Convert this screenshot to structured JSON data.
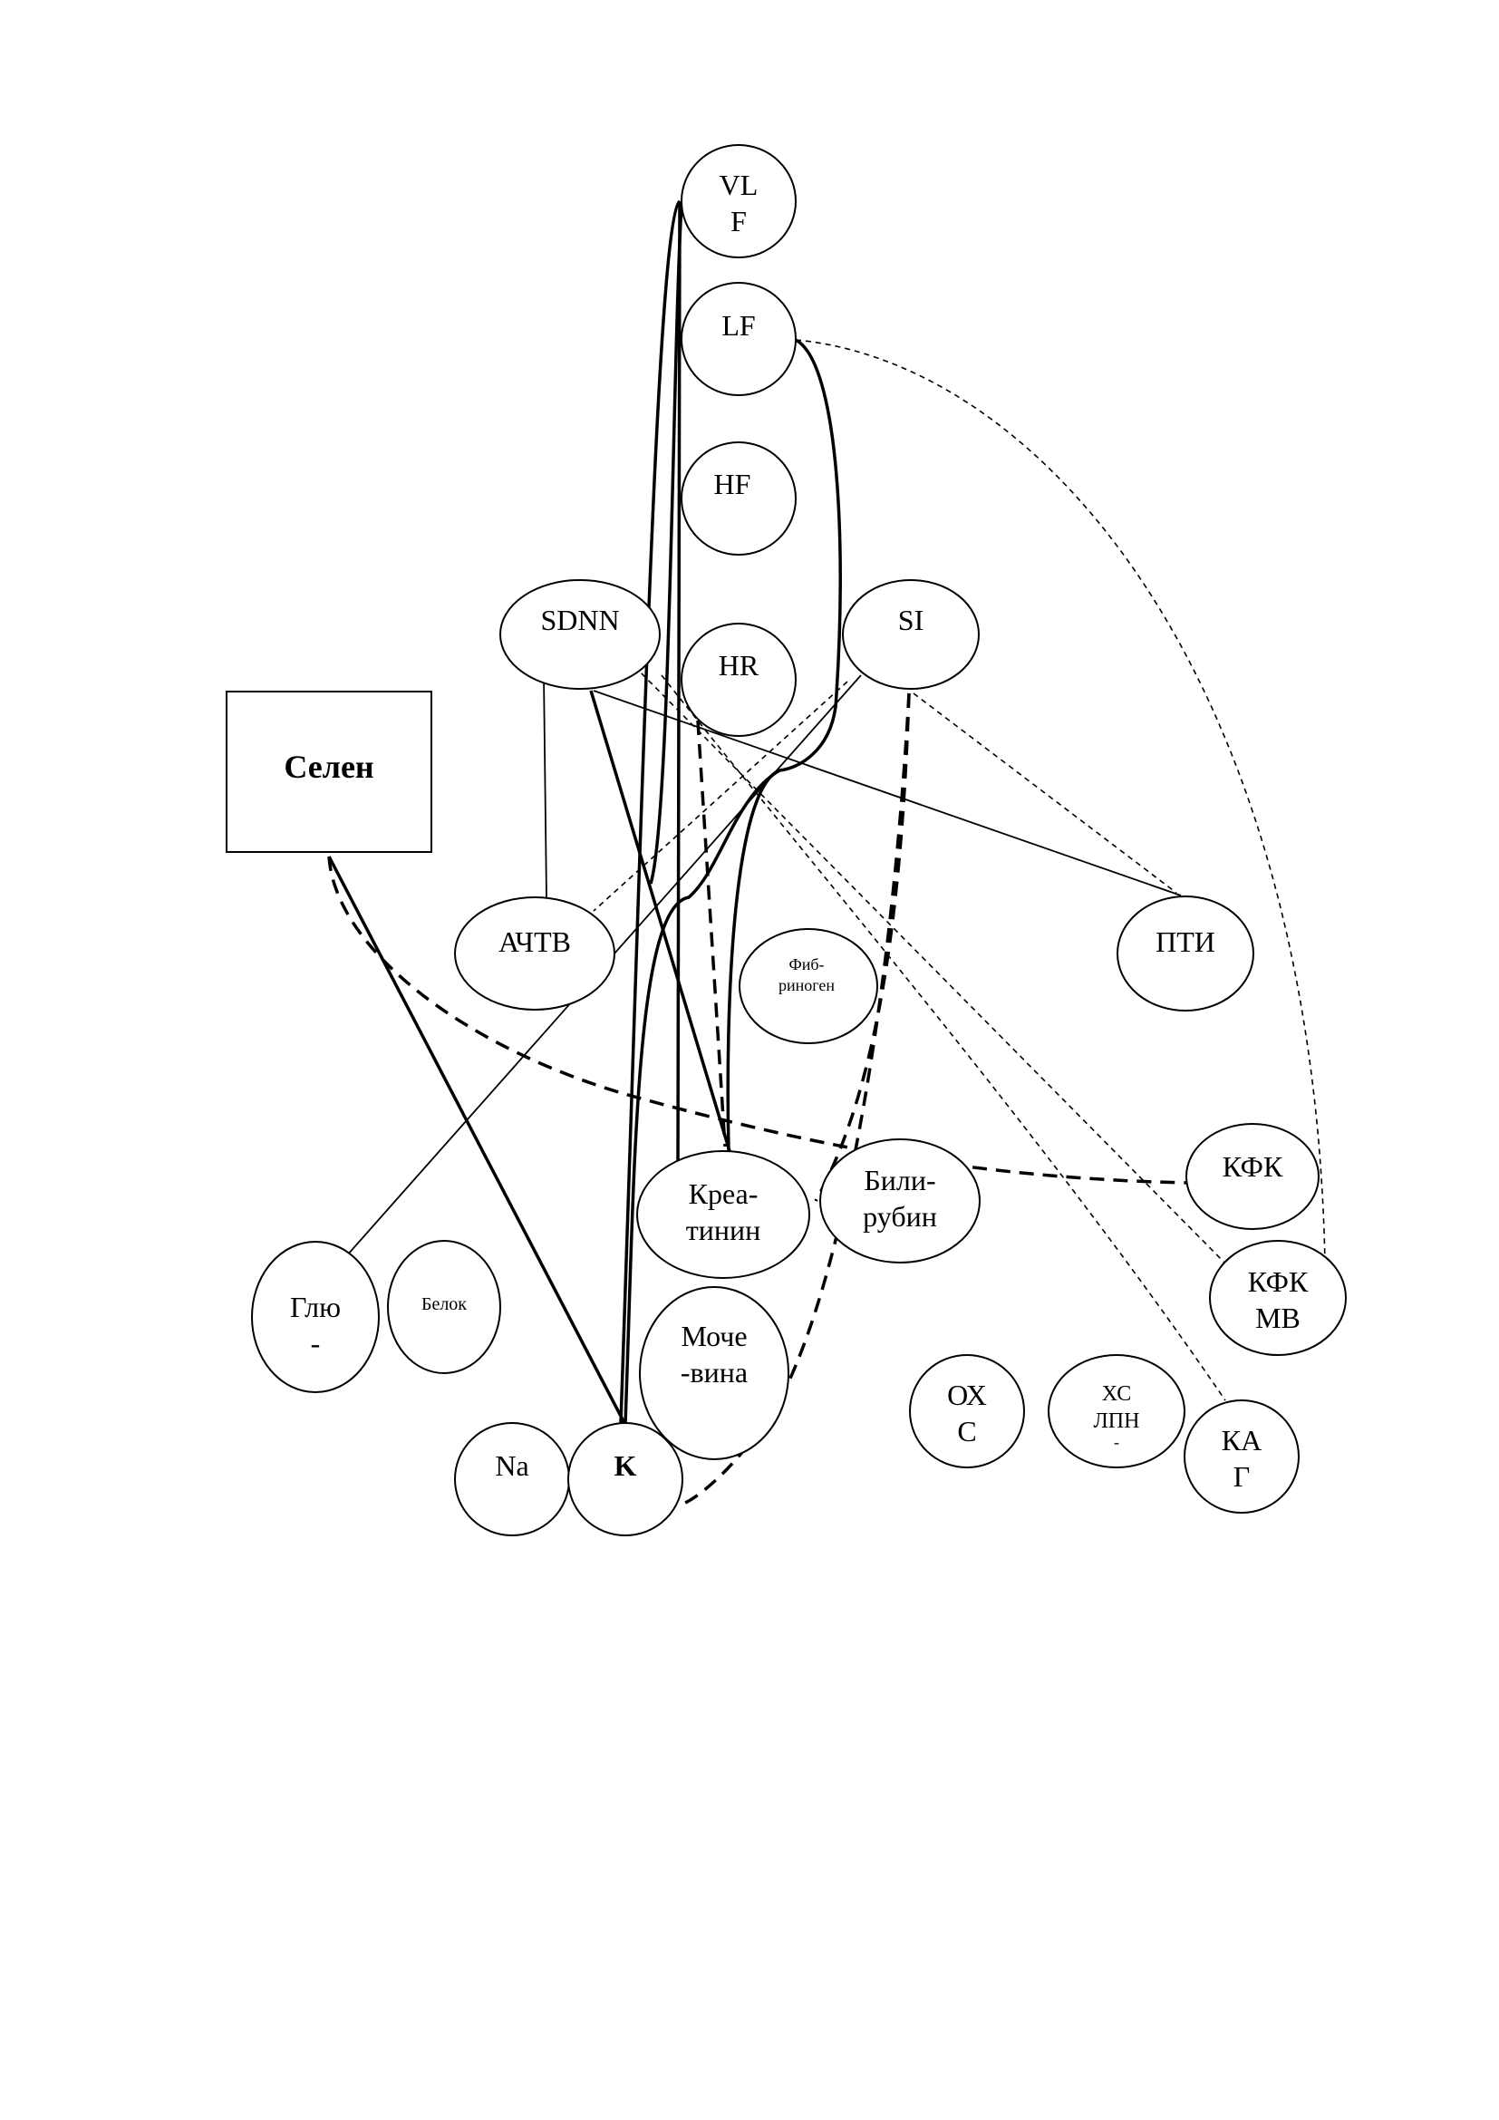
{
  "nodes": {
    "selen": "Селен",
    "vlf": [
      "VL",
      "F"
    ],
    "lf": "LF",
    "hf": "HF",
    "hr": "HR",
    "sdnn": "SDNN",
    "si": "SI",
    "achtv": "АЧТВ",
    "fibrinogen": [
      "Фиб-",
      "риноген"
    ],
    "pti": "ПТИ",
    "kreatinin": [
      "Креа-",
      "тинин"
    ],
    "bilirubin": [
      "Били-",
      "рубин"
    ],
    "kfk": "КФК",
    "kfk_mb": [
      "КФК",
      "МВ"
    ],
    "glu": [
      "Глю",
      "-"
    ],
    "belok": "Белок",
    "mochevina": [
      "Моче",
      "-вина"
    ],
    "na": "Na",
    "k": "K",
    "ohs": [
      "ОХ",
      "С"
    ],
    "hs_lpn": [
      "ХС",
      "ЛПН",
      "-"
    ],
    "kag": [
      "КА",
      "Г"
    ]
  }
}
